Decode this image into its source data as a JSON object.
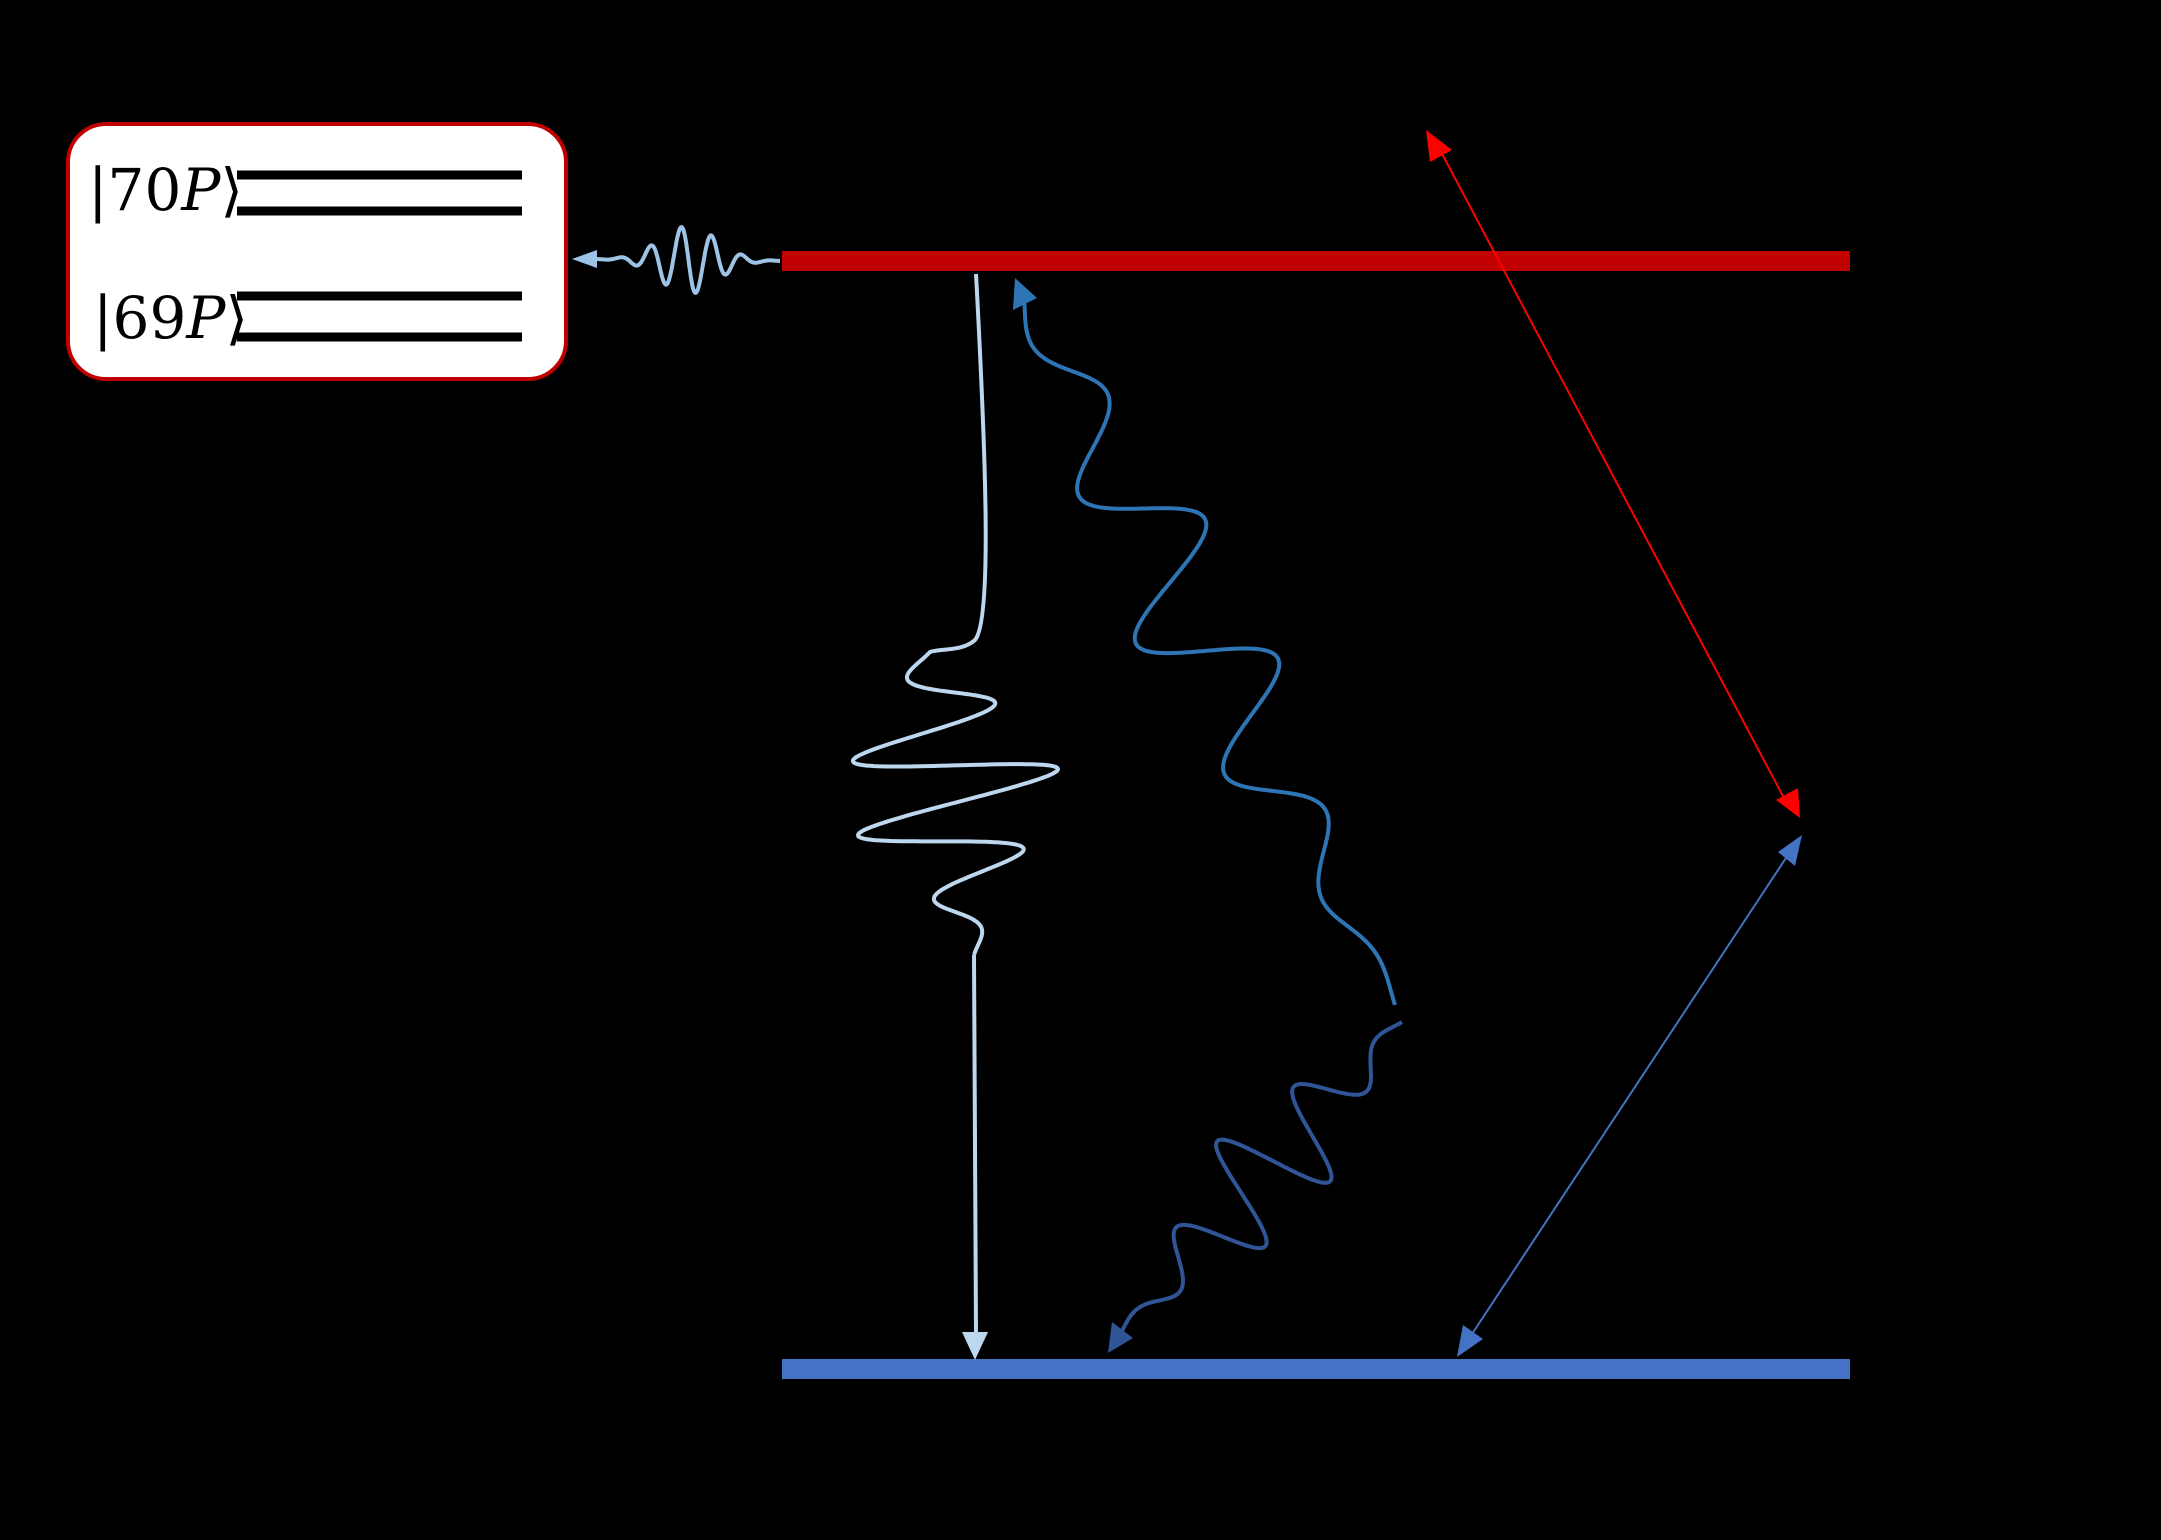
{
  "inset": {
    "levels": [
      {
        "prefix": "|70",
        "letter": "P",
        "suffix": "⟩"
      },
      {
        "prefix": "|69",
        "letter": "P",
        "suffix": "⟩"
      }
    ]
  },
  "colors": {
    "background": "#000000",
    "upper_level": "#c00000",
    "lower_level": "#4472c4",
    "inset_border": "#c00000",
    "light_wave": "#bdd7ee",
    "inset_wave": "#9dc3e6",
    "mid_wave": "#2e75b6",
    "dark_wave": "#2f5597",
    "red_arrow": "#ff0000",
    "blue_arrow": "#4472c4"
  }
}
